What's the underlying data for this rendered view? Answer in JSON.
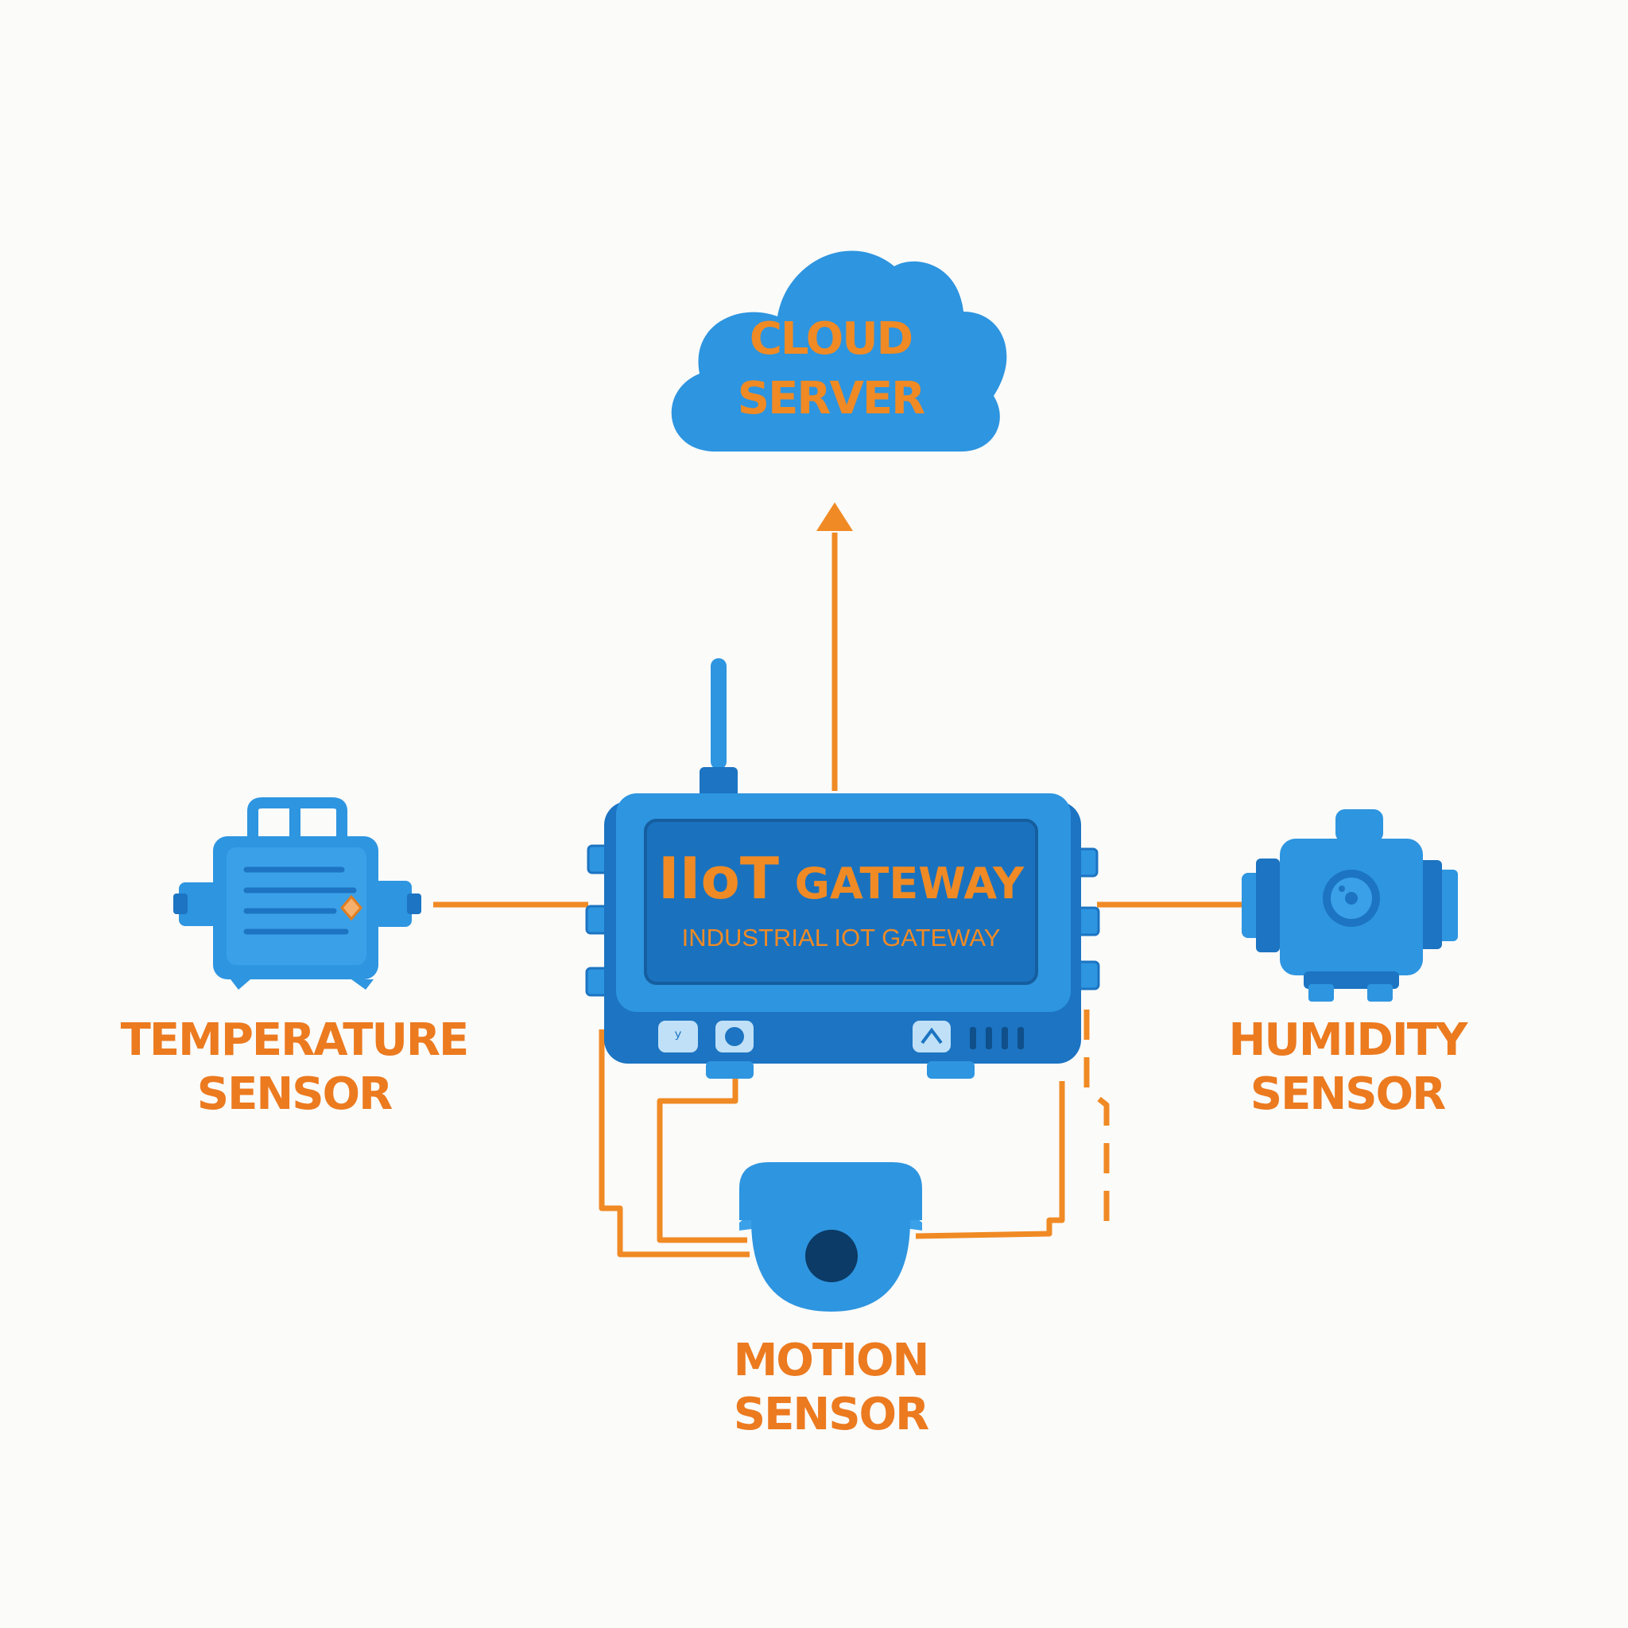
{
  "colors": {
    "background": "#fbfbfa",
    "device_blue": "#2e95e0",
    "device_blue_dark": "#1c74c2",
    "screen_blue": "#1a72bf",
    "accent_orange": "#f08a24",
    "label_orange": "#ec7a1f"
  },
  "cloud": {
    "icon": "cloud-icon",
    "line1": "CLOUD",
    "line2": "SERVER"
  },
  "gateway": {
    "icon": "router-icon",
    "brand": "IIoT",
    "title": "GATEWAY",
    "subtitle": "INDUSTRIAL IOT GATEWAY"
  },
  "sensors": {
    "temperature": {
      "icon": "temperature-sensor-icon",
      "line1": "TEMPERATURE",
      "line2": "SENSOR"
    },
    "humidity": {
      "icon": "humidity-sensor-icon",
      "line1": "HUMIDITY",
      "line2": "SENSOR"
    },
    "motion": {
      "icon": "motion-camera-icon",
      "line1": "MOTION",
      "line2": "SENSOR"
    }
  }
}
